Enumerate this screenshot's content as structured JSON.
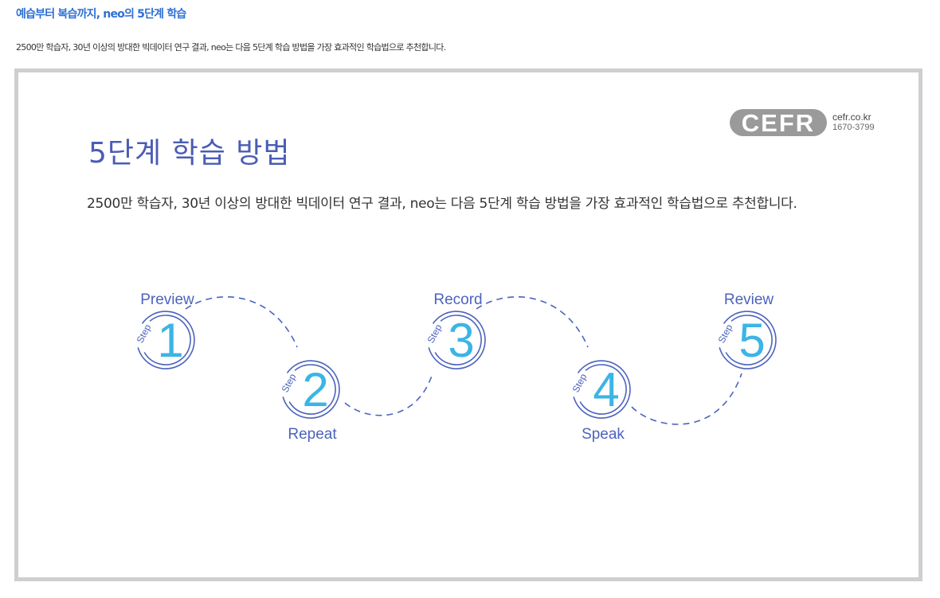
{
  "section": {
    "title": "예습부터 복습까지, neo의 5단계 학습",
    "description": "2500만 학습자, 30년 이상의 방대한 빅데이터 연구 결과, neo는 다음 5단계 학습 방법을 가장 효과적인 학습법으로 추천합니다."
  },
  "infographic": {
    "logo": {
      "text": "CEFR",
      "site": "cefr.co.kr",
      "phone": "1670-3799"
    },
    "title": "5단계 학습 방법",
    "description": "2500만 학습자, 30년 이상의 방대한 빅데이터 연구 결과, neo는 다음 5단계 학습 방법을 가장 효과적인 학습법으로 추천합니다.",
    "step_word": "Step",
    "steps": [
      {
        "number": "1",
        "name": "Preview"
      },
      {
        "number": "2",
        "name": "Repeat"
      },
      {
        "number": "3",
        "name": "Record"
      },
      {
        "number": "4",
        "name": "Speak"
      },
      {
        "number": "5",
        "name": "Review"
      }
    ],
    "colors": {
      "ring": "#4c63bd",
      "number": "#3cb4e6",
      "title": "#4a5cb5",
      "section_title": "#2d6fd6",
      "frame": "#cfcfcf"
    }
  }
}
